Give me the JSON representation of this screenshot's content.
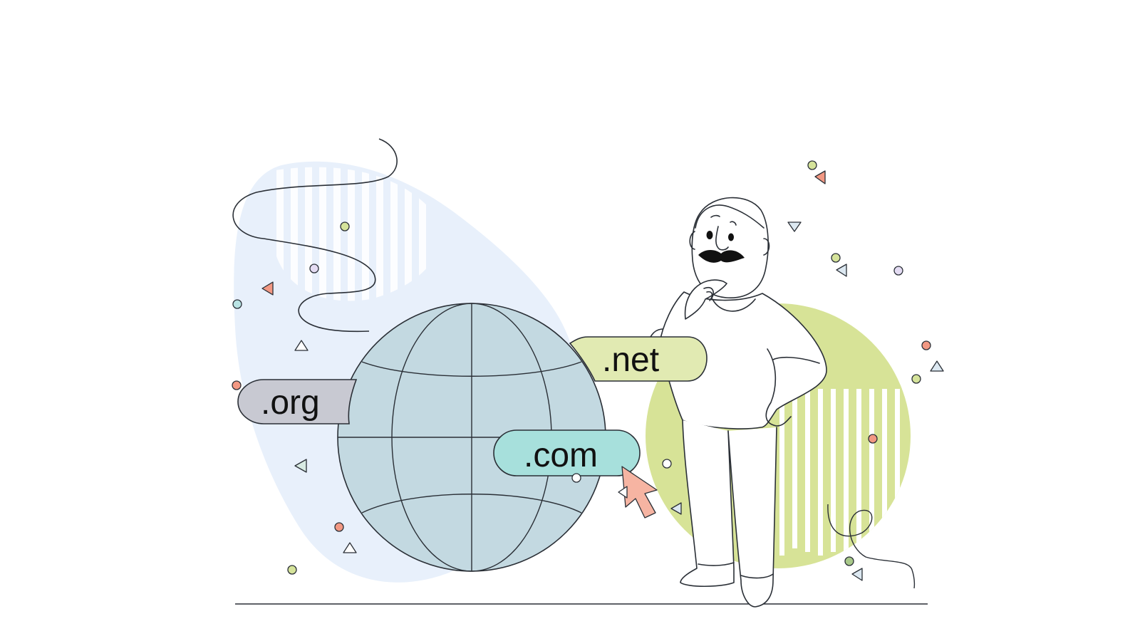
{
  "illustration": {
    "description": "Man with mustache thinking beside a globe with domain extension labels",
    "labels": {
      "org": ".org",
      "net": ".net",
      "com": ".com"
    },
    "colors": {
      "background": "#ffffff",
      "blob_left": "#e8f0fb",
      "blob_right": "#d7e397",
      "globe": "#c3d9e1",
      "org_pill": "#c8c9d2",
      "net_pill": "#e1eab2",
      "com_pill": "#a7e0dc",
      "cursor": "#f6b4a2",
      "outline": "#2a2f36",
      "dot_green": "#d5e39a",
      "dot_orange": "#f29883",
      "dot_lilac": "#e4dcf3",
      "dot_teal": "#b9e3e3",
      "tri_blue": "#dce8f1"
    }
  }
}
